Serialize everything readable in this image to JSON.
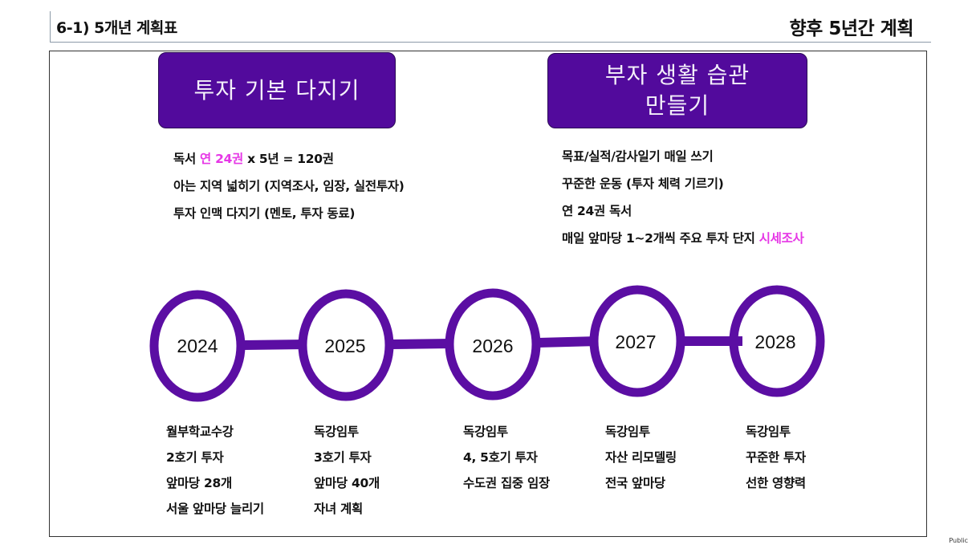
{
  "header": {
    "left_title": "6-1) 5개년 계획표",
    "right_title": "향후 5년간 계획"
  },
  "banners": [
    {
      "text": "투자 기본 다지기"
    },
    {
      "text": "부자 생활 습관\n만들기"
    }
  ],
  "goals_left": [
    {
      "pre": "독서 ",
      "hl": "연 24권",
      "post": " x 5년 = 120권"
    },
    {
      "pre": "아는 지역 넓히기 (지역조사, 임장, 실전투자)",
      "hl": "",
      "post": ""
    },
    {
      "pre": "투자 인맥 다지기 (멘토, 투자 동료)",
      "hl": "",
      "post": ""
    }
  ],
  "goals_right": [
    {
      "pre": "목표/실적/감사일기 매일 쓰기",
      "hl": "",
      "post": ""
    },
    {
      "pre": "꾸준한 운동 (투자 체력 기르기)",
      "hl": "",
      "post": ""
    },
    {
      "pre": "연 24권 독서",
      "hl": "",
      "post": ""
    },
    {
      "pre": "매일 앞마당 1~2개씩 주요 투자 단지 ",
      "hl": "시세조사",
      "post": ""
    }
  ],
  "colors": {
    "accent_purple": "#520a9c",
    "ring_purple": "#5b0ea3",
    "highlight_pink": "#e637e6"
  },
  "timeline": [
    {
      "year": "2024",
      "items": [
        "월부학교수강",
        "2호기 투자",
        "앞마당 28개",
        "서울 앞마당 늘리기"
      ]
    },
    {
      "year": "2025",
      "items": [
        "독강임투",
        "3호기 투자",
        "앞마당 40개",
        "자녀 계획"
      ]
    },
    {
      "year": "2026",
      "items": [
        "독강임투",
        "4, 5호기 투자",
        "수도권 집중 임장"
      ]
    },
    {
      "year": "2027",
      "items": [
        "독강임투",
        "자산 리모델링",
        "전국 앞마당"
      ]
    },
    {
      "year": "2028",
      "items": [
        "독강임투",
        "꾸준한 투자",
        "선한 영향력"
      ]
    }
  ],
  "footer": {
    "classification": "Public"
  }
}
